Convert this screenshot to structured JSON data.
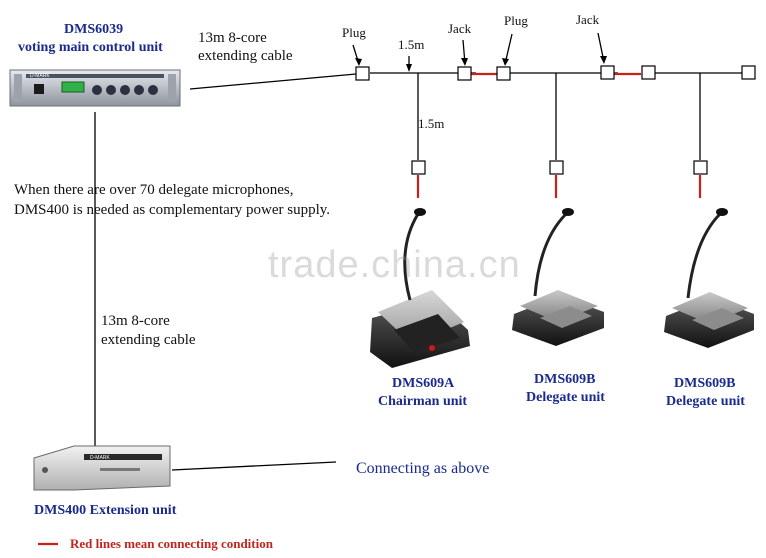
{
  "main_unit": {
    "model": "DMS6039",
    "desc": "voting main control unit",
    "display_text": "D-MARK"
  },
  "cable_top": {
    "line1": "13m 8-core",
    "line2": "extending cable"
  },
  "cable_left": {
    "line1": "13m 8-core",
    "line2": "extending cable"
  },
  "labels": {
    "plug": "Plug",
    "jack": "Jack",
    "len_a": "1.5m",
    "len_b": "1.5m"
  },
  "note": {
    "line1": "When there are over 70 delegate microphones,",
    "line2": "DMS400 is needed as complementary power supply."
  },
  "units": [
    {
      "model": "DMS609A",
      "name": "Chairman unit"
    },
    {
      "model": "DMS609B",
      "name": "Delegate unit"
    },
    {
      "model": "DMS609B",
      "name": "Delegate unit"
    }
  ],
  "extension": {
    "model": "DMS400 Extension unit",
    "display_text": "D-MARK"
  },
  "connecting_text": "Connecting as above",
  "legend": {
    "text": "Red lines mean connecting condition",
    "color": "#cc1f1a"
  },
  "watermark": "trade.china.cn",
  "colors": {
    "navy": "#1a2a8f",
    "line": "#000000",
    "red": "#cc1f1a"
  }
}
